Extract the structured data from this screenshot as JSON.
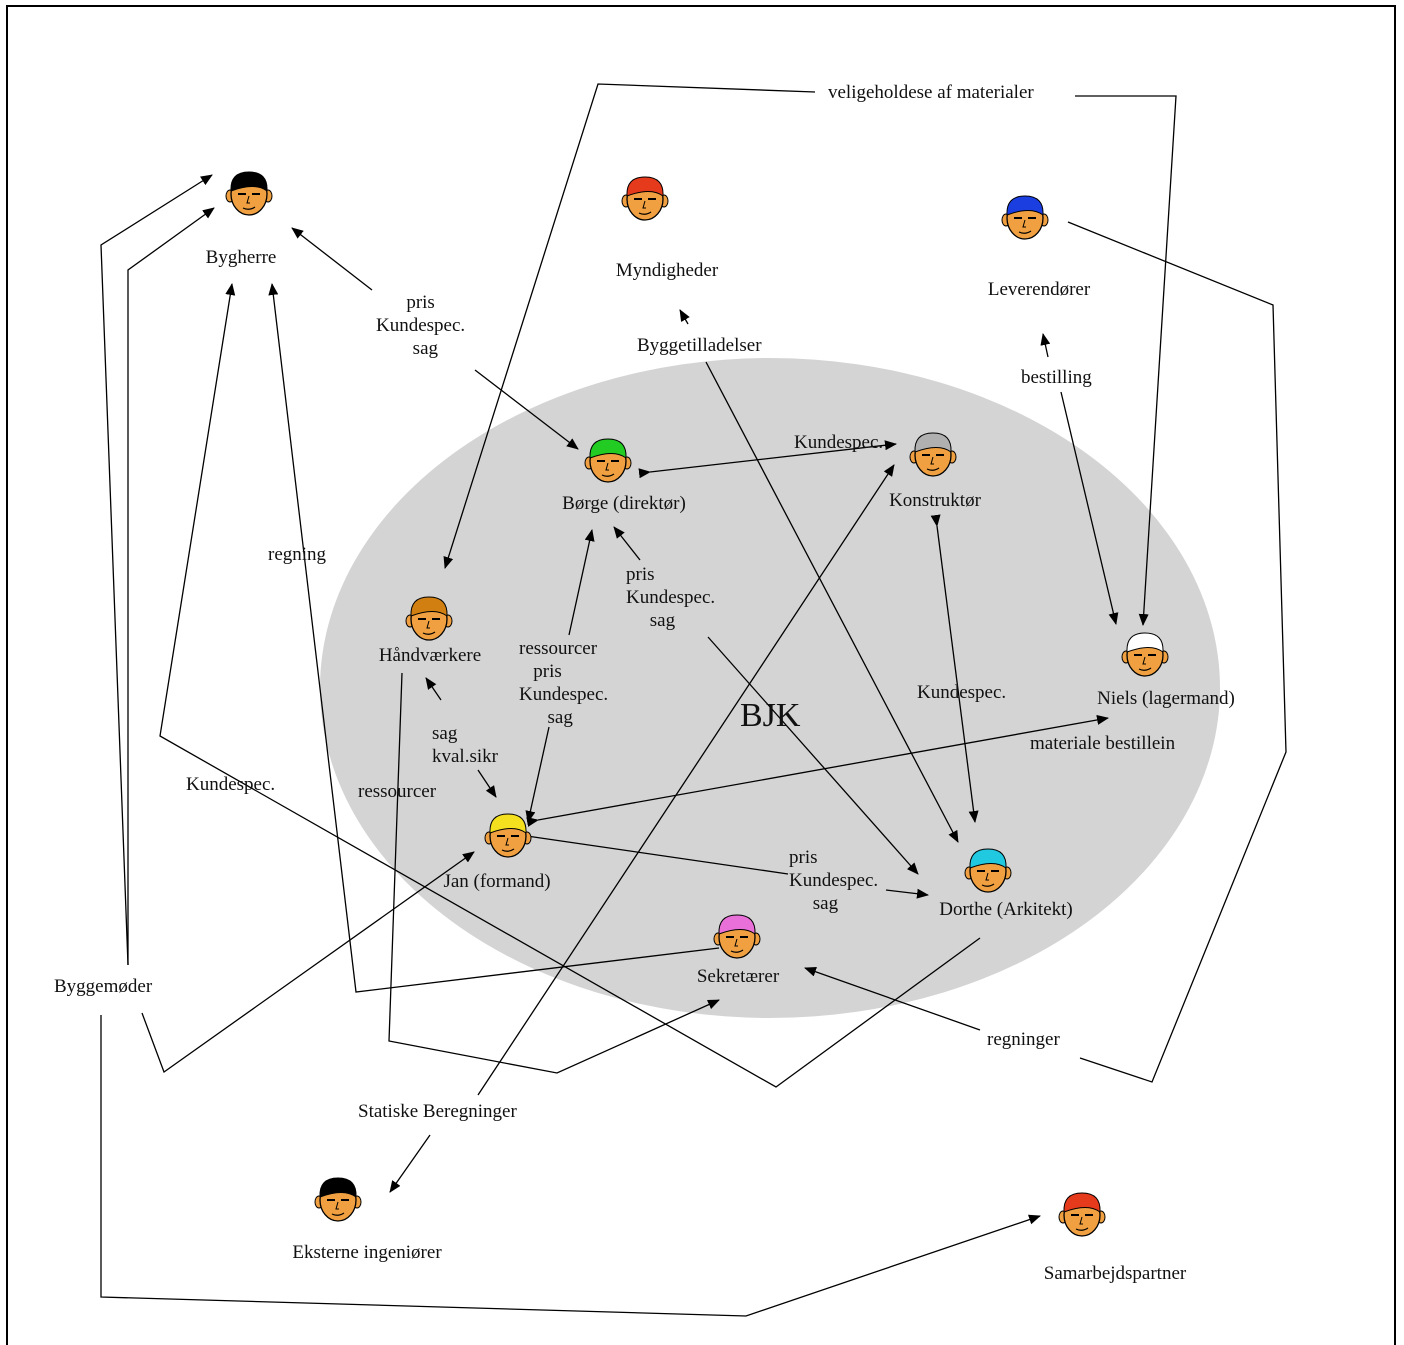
{
  "colors": {
    "ellipse": "#d4d4d4",
    "skin": "#f0a040",
    "line": "#000000"
  },
  "center_label": "BJK",
  "people": {
    "bygherre": {
      "label": "Bygherre",
      "hair": "#000000"
    },
    "myndigheder": {
      "label": "Myndigheder",
      "hair": "#e63a1c"
    },
    "leverandorer": {
      "label": "Leverendører",
      "hair": "#1a3ee0"
    },
    "borge": {
      "label": "Børge (direktør)",
      "hair": "#22cc22"
    },
    "konstruktor": {
      "label": "Konstruktør",
      "hair": "#b0b0b0"
    },
    "handvaerkere": {
      "label": "Håndværkere",
      "hair": "#d07f10"
    },
    "niels": {
      "label": "Niels (lagermand)",
      "hair": "#ffffff"
    },
    "jan": {
      "label": "Jan (formand)",
      "hair": "#f5e020"
    },
    "dorthe": {
      "label": "Dorthe (Arkitekt)",
      "hair": "#20c8e0"
    },
    "sekretaerer": {
      "label": "Sekretærer",
      "hair": "#e870d8"
    },
    "eksterne": {
      "label": "Eksterne ingeniører",
      "hair": "#000000"
    },
    "samarbejd": {
      "label": "Samarbejdspartner",
      "hair": "#e63a1c"
    }
  },
  "edge_labels": {
    "vedligehold": "veligeholdese af materialer",
    "pris_bygherre": "pris\nKundespec.\n  sag",
    "byggetilladelser": "Byggetilladelser",
    "bestilling": "bestilling",
    "kundespec_borge_konst": "Kundespec.",
    "regning": "regning",
    "pris_borge_dorthe": "pris\nKundespec.\n     sag",
    "ressourcer_pris": "ressourcer\n   pris\nKundespec.\n      sag",
    "kundespec_konst_dorthe": "Kundespec.",
    "materiale": "materiale bestillein",
    "sag_kval": "sag\nkval.sikr",
    "kundespec_left": "Kundespec.",
    "ressourcer_left": "ressourcer",
    "pris_jan_dorthe": "pris\nKundespec.\n     sag",
    "byggemoder": "Byggemøder",
    "regninger": "regninger",
    "statiske": "Statiske Beregninger"
  }
}
